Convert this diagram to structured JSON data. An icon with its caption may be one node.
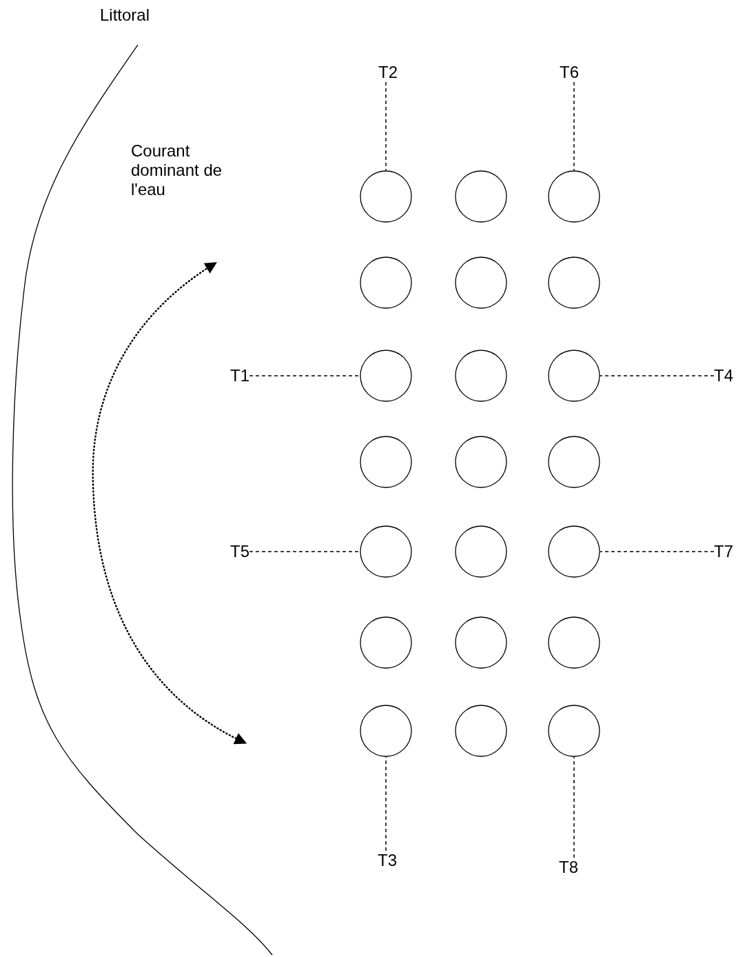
{
  "diagram": {
    "nodes": [
      {
        "text": [
          "T2"
        ]
      },
      {
        "text": [
          "T6"
        ]
      },
      {
        "text": [],
        "shape": "circle"
      },
      {
        "text": [],
        "shape": "circle"
      },
      {
        "text": [],
        "shape": "circle"
      },
      {
        "text": [],
        "shape": "circle"
      },
      {
        "text": [],
        "shape": "circle"
      },
      {
        "text": [],
        "shape": "circle"
      },
      {
        "text": [
          "T1"
        ]
      },
      {
        "text": [],
        "shape": "circle"
      },
      {
        "text": [],
        "shape": "circle"
      },
      {
        "text": [],
        "shape": "circle"
      },
      {
        "text": [
          "T4"
        ]
      },
      {
        "text": [],
        "shape": "circle"
      },
      {
        "text": [],
        "shape": "circle"
      },
      {
        "text": [],
        "shape": "circle"
      },
      {
        "text": [
          "T5"
        ]
      },
      {
        "text": [],
        "shape": "circle"
      },
      {
        "text": [],
        "shape": "circle"
      },
      {
        "text": [],
        "shape": "circle"
      },
      {
        "text": [
          "T7"
        ]
      },
      {
        "text": [],
        "shape": "circle"
      },
      {
        "text": [],
        "shape": "circle"
      },
      {
        "text": [],
        "shape": "circle"
      },
      {
        "text": [],
        "shape": "circle"
      },
      {
        "text": [],
        "shape": "circle"
      },
      {
        "text": [],
        "shape": "circle"
      },
      {
        "text": [
          "T3"
        ]
      },
      {
        "text": [
          "T8"
        ]
      }
    ],
    "edges": [
      {
        "from": 0,
        "to": 2,
        "arrow": "none",
        "style": "dashed"
      },
      {
        "from": 1,
        "to": 4,
        "arrow": "none",
        "style": "dashed"
      },
      {
        "from": 8,
        "to": 9,
        "arrow": "none",
        "style": "dashed"
      },
      {
        "from": 12,
        "to": 11,
        "arrow": "none",
        "style": "dashed"
      },
      {
        "from": 16,
        "to": 17,
        "arrow": "none",
        "style": "dashed"
      },
      {
        "from": 20,
        "to": 19,
        "arrow": "none",
        "style": "dashed"
      },
      {
        "from": 27,
        "to": 24,
        "arrow": "none",
        "style": "dashed"
      },
      {
        "from": 28,
        "to": 26,
        "arrow": "none",
        "style": "dashed"
      }
    ],
    "labels": [
      "Littoral",
      "Courant dominant de l'eau"
    ]
  }
}
